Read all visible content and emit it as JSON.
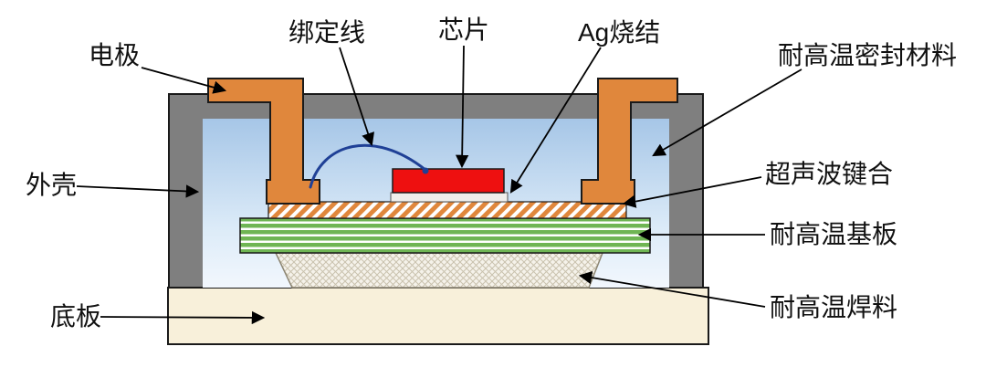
{
  "diagram": {
    "type": "technical-cross-section",
    "subject": "high-temperature power device package",
    "labels": {
      "electrode": "电极",
      "bond_wire": "绑定线",
      "chip": "芯片",
      "ag_sinter": "Ag烧结",
      "seal": "耐高温密封材料",
      "housing": "外壳",
      "ultrasonic": "超声波键合",
      "substrate": "耐高温基板",
      "solder": "耐高温焊料",
      "baseplate": "底板"
    },
    "colors": {
      "electrode": "#e0873c",
      "chip": "#ee1010",
      "housing": "#7f7f7f",
      "baseplate": "#f8f0da",
      "wire": "#1f4096",
      "substrate_green": "#6fb554",
      "hatch_orange": "#e0873c",
      "seal_top": "#a6c6e7",
      "seal_bottom": "#f2f7fd",
      "outline": "#1a1a1a",
      "arrow": "#000000"
    }
  }
}
